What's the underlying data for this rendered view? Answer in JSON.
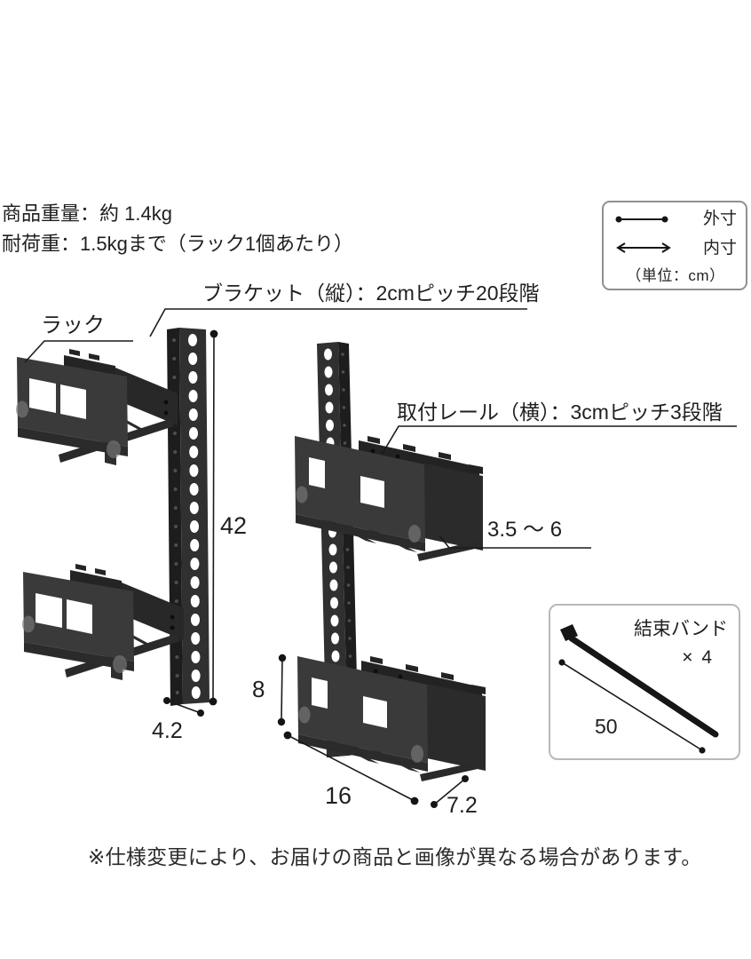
{
  "colors": {
    "background": "#ffffff",
    "text": "#1f1f1f",
    "line": "#1a1a1a",
    "metal_face": "#3a3a3a",
    "metal_strip": "#303030",
    "metal_fold": "#1d1d1d",
    "legend_border": "#8f8f8f",
    "tie_box_border": "#b8b8b8"
  },
  "header": {
    "product_weight": "商品重量：約 1.4kg",
    "load_capacity": "耐荷重：1.5kgまで（ラック1個あたり）"
  },
  "legend": {
    "outer_label": "外寸",
    "inner_label": "内寸",
    "unit": "（単位：cm）"
  },
  "callouts": {
    "bracket": "ブラケット（縦）：2cmピッチ20段階",
    "rack": "ラック",
    "rail": "取付レール（横）：3cmピッチ3段階"
  },
  "dimensions": {
    "bracket_height_cm": "42",
    "bracket_width_cm": "4.2",
    "rack_offset_cm": "8",
    "rack_width_cm": "16",
    "rack_depth_cm": "7.2",
    "rack_inner_depth_cm": "3.5 ～ 6",
    "tie_length_cm": "50"
  },
  "accessory": {
    "name": "結束バンド",
    "count": "× 4"
  },
  "note": "※仕様変更により、お届けの商品と画像が異なる場合があります。"
}
